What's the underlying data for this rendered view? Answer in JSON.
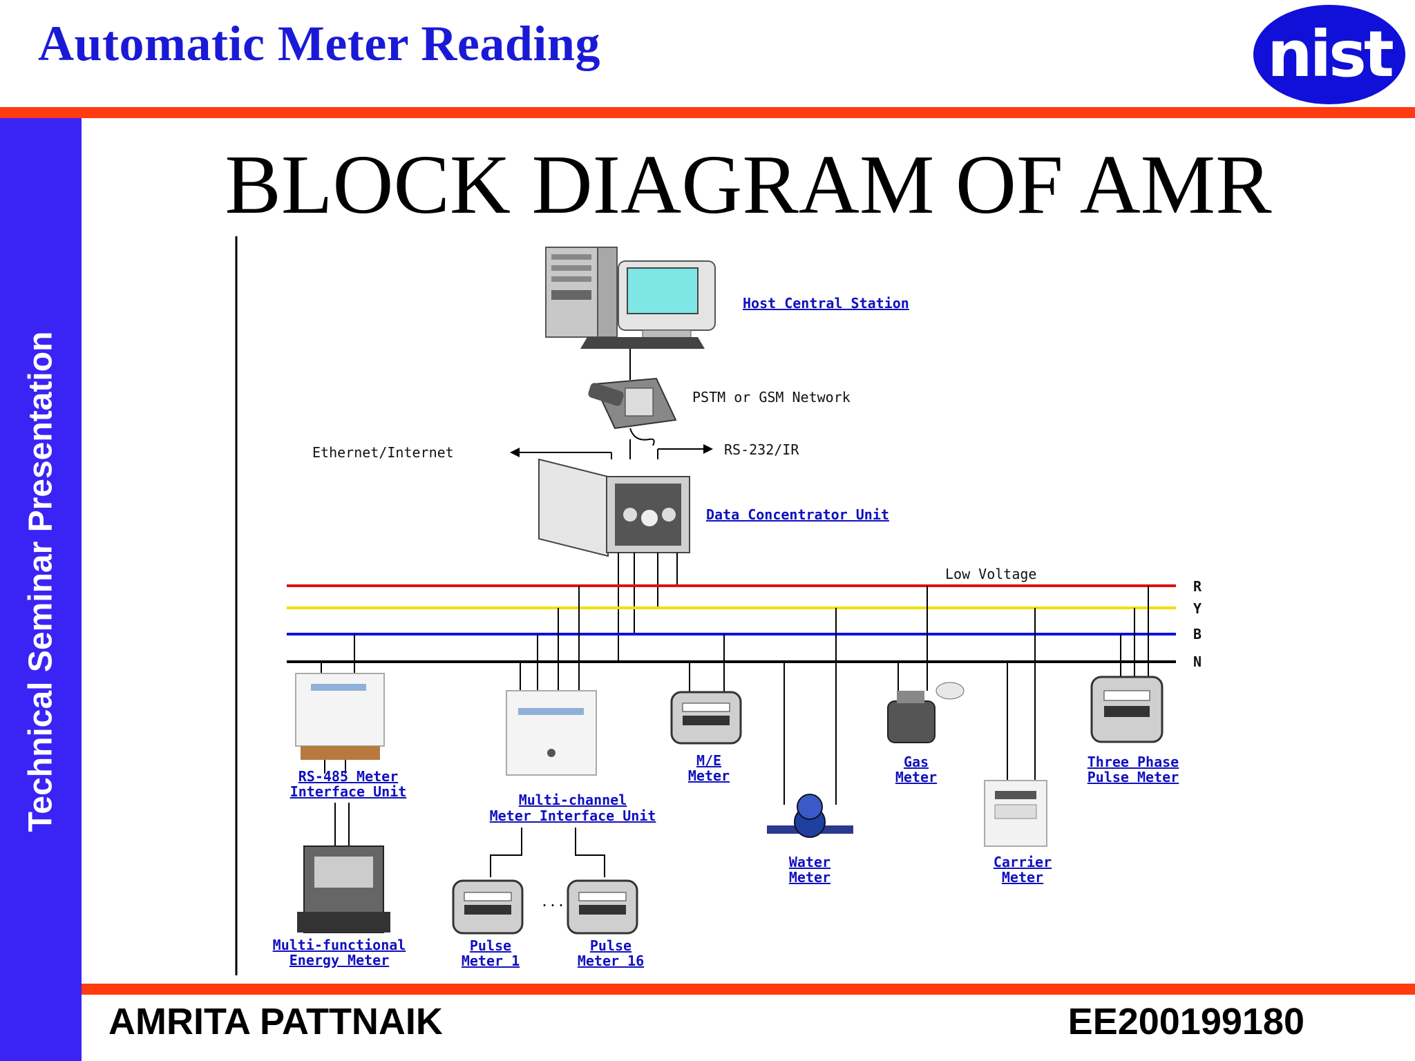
{
  "header": {
    "title": "Automatic Meter Reading",
    "logo_text": "nist"
  },
  "sidebar": {
    "text": "Technical Seminar Presentation"
  },
  "slide": {
    "title": "BLOCK DIAGRAM OF AMR"
  },
  "diagram": {
    "host": "Host Central Station",
    "network": "PSTM or GSM Network",
    "ethernet": "Ethernet/Internet",
    "rs232": "RS-232/IR",
    "dcu": "Data Concentrator Unit",
    "low_voltage": "Low Voltage",
    "phase_r": "R",
    "phase_y": "Y",
    "phase_b": "B",
    "phase_n": "N",
    "rs485_1": "RS-485 Meter",
    "rs485_2": "Interface Unit",
    "mfem_1": "Multi-functional",
    "mfem_2": "Energy Meter",
    "mcmiu_1": "Multi-channel",
    "mcmiu_2": "Meter Interface Unit",
    "pulse1_1": "Pulse",
    "pulse1_2": "Meter 1",
    "ellipsis": "...",
    "pulse16_1": "Pulse",
    "pulse16_2": "Meter 16",
    "me_1": "M/E",
    "me_2": "Meter",
    "water_1": "Water",
    "water_2": "Meter",
    "gas_1": "Gas",
    "gas_2": "Meter",
    "carrier_1": "Carrier",
    "carrier_2": "Meter",
    "three_1": "Three Phase",
    "three_2": "Pulse Meter"
  },
  "footer": {
    "name": "AMRITA PATTNAIK",
    "id": "EE200199180"
  },
  "colors": {
    "title_blue": "#1a1ad6",
    "bar_orange": "#ff3b0f",
    "side_blue": "#3a24f5",
    "line_r": "#e01010",
    "line_y": "#f0e000",
    "line_b": "#1010e0",
    "line_n": "#000000"
  }
}
